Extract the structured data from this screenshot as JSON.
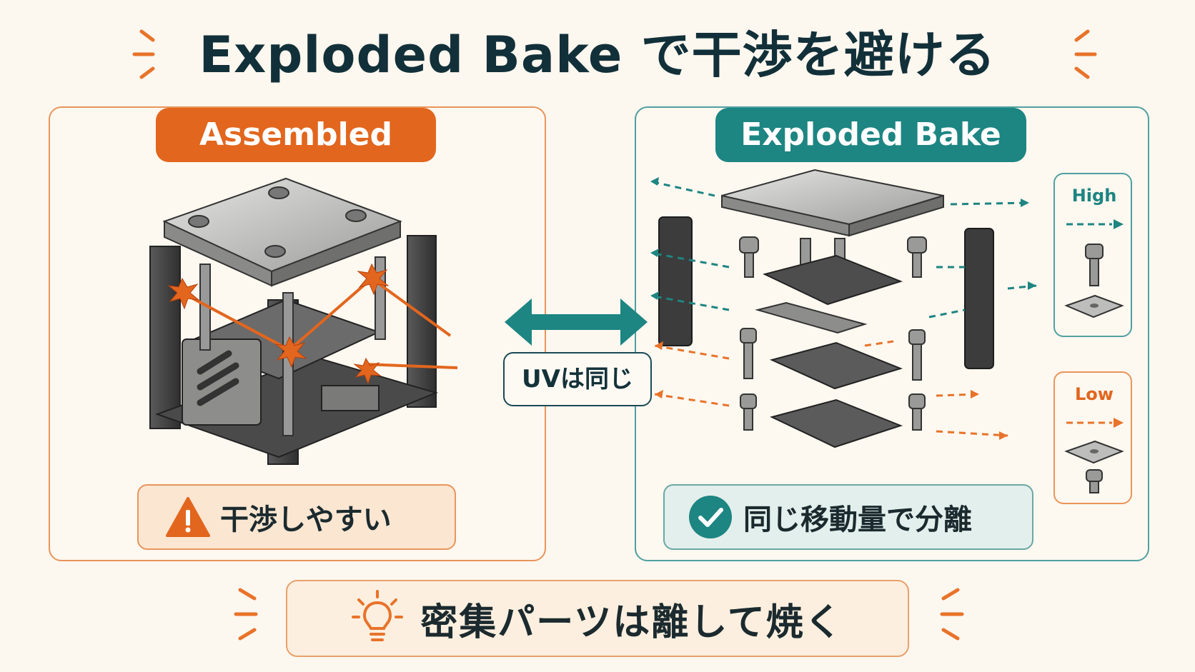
{
  "title": "Exploded Bake で干渉を避ける",
  "left_panel": {
    "label": "Assembled",
    "status": "干渉しやすい",
    "status_icon": "warning-icon"
  },
  "center": {
    "label": "UVは同じ",
    "arrow_icon": "double-arrow-icon"
  },
  "right_panel": {
    "label": "Exploded Bake",
    "status": "同じ移動量で分離",
    "status_icon": "check-circle-icon"
  },
  "side_labels": {
    "high": "High",
    "low": "Low"
  },
  "bottom_tip": {
    "text": "密集パーツは離して焼く",
    "icon": "lightbulb-icon"
  },
  "colors": {
    "orange": "#e2661e",
    "teal": "#1d8582",
    "navy": "#123039",
    "background": "#fcf7ef"
  }
}
